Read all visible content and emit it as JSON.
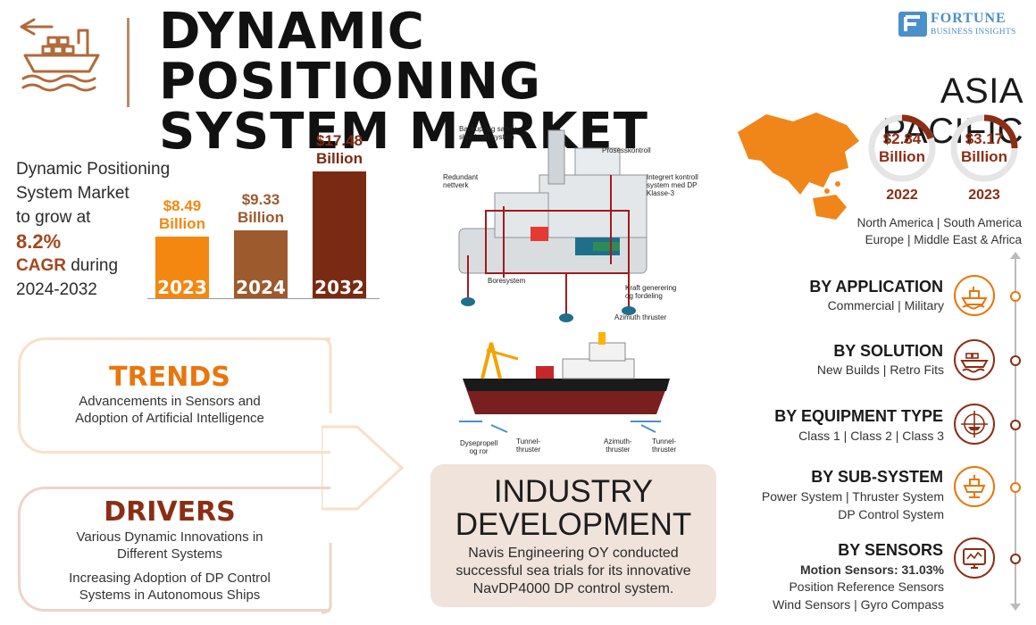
{
  "title_line1": "DYNAMIC POSITIONING",
  "title_line2": "SYSTEM MARKET",
  "brand": {
    "name": "FORTUNE",
    "sub": "BUSINESS INSIGHTS"
  },
  "growth": {
    "line1": "Dynamic Positioning",
    "line2": "System Market",
    "line3": "to grow at",
    "rate": "8.2%",
    "cagr": "CAGR",
    "during": " during",
    "period": "2024-2032"
  },
  "chart_data": {
    "type": "bar",
    "categories": [
      "2023",
      "2024",
      "2032"
    ],
    "values": [
      8.49,
      9.33,
      17.48
    ],
    "value_labels": [
      "$8.49\nBillion",
      "$9.33\nBillion",
      "$17.48\nBillion"
    ],
    "colors": [
      "#f4870f",
      "#9c5a2d",
      "#7a2a12"
    ],
    "title": "",
    "xlabel": "",
    "ylabel": ""
  },
  "bar_values": [
    {
      "amount": "$8.49",
      "unit": "Billion"
    },
    {
      "amount": "$9.33",
      "unit": "Billion"
    },
    {
      "amount": "$17.48",
      "unit": "Billion"
    }
  ],
  "trends": {
    "title": "TRENDS",
    "line1": "Advancements in Sensors and",
    "line2": "Adoption of Artificial Intelligence"
  },
  "drivers": {
    "title": "DRIVERS",
    "item1_line1": "Various Dynamic Innovations in",
    "item1_line2": "Different Systems",
    "item2_line1": "Increasing Adoption of DP Control",
    "item2_line2": "Systems in Autonomous Ships"
  },
  "diagram_labels": {
    "backup": "Backup- og safety\nshutdown system",
    "prosess": "Prosesskontroll",
    "redundant": "Redundant\nnettverk",
    "integrert": "Integrert kontroll\nsystem med DP\nKlasse-3",
    "bore": "Boresystem",
    "kraft": "Kraft generering\nog fordeling",
    "azimuth": "Azimuth thruster",
    "dyse": "Dysepropell\nog ror",
    "tunnel1": "Tunnel-\nthruster",
    "azimuth2": "Azimuth-\nthruster",
    "tunnel2": "Tunnel-\nthruster"
  },
  "industry": {
    "title_line1": "INDUSTRY",
    "title_line2": "DEVELOPMENT",
    "line1": "Navis Engineering OY conducted",
    "line2": "successful sea trials for its innovative",
    "line3": "NavDP4000 DP control system."
  },
  "asia_pacific": {
    "title": "ASIA PACIFIC",
    "values": [
      {
        "amount": "$2.84",
        "unit": "Billion",
        "year": "2022"
      },
      {
        "amount": "$3.17",
        "unit": "Billion",
        "year": "2023"
      }
    ],
    "regions_line1": "North America  |  South America",
    "regions_line2": "Europe  |  Middle East & Africa"
  },
  "segments": [
    {
      "title": "BY APPLICATION",
      "lines": [
        "Commercial  |  Military"
      ],
      "icon": "ship-icon",
      "color": "#e8760e"
    },
    {
      "title": "BY SOLUTION",
      "lines": [
        "New Builds  |  Retro Fits"
      ],
      "icon": "cargo-ship-icon",
      "color": "#8b2e15"
    },
    {
      "title": "BY EQUIPMENT TYPE",
      "lines": [
        "Class 1  |  Class 2  |  Class 3"
      ],
      "icon": "navigation-ship-icon",
      "color": "#8b2e15"
    },
    {
      "title": "BY SUB-SYSTEM",
      "lines": [
        "Power System  |  Thruster System",
        "DP Control System"
      ],
      "icon": "thruster-icon",
      "color": "#e8760e"
    },
    {
      "title": "BY SENSORS",
      "lines_bold": "Motion Sensors: 31.03%",
      "lines": [
        "Position Reference Sensors",
        "Wind Sensors  |  Gyro Compass"
      ],
      "icon": "sensor-monitor-icon",
      "color": "#8b2e15"
    }
  ]
}
